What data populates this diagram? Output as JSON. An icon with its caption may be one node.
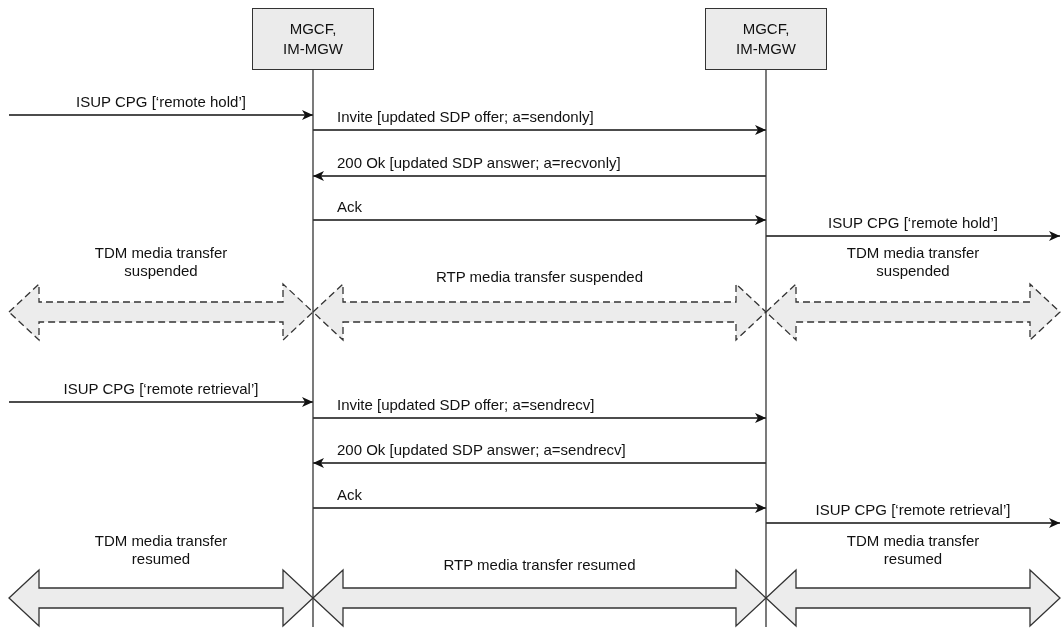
{
  "diagram": {
    "nodes": [
      {
        "text": [
          "MGCF, IM-MGW"
        ]
      },
      {
        "text": [
          "MGCF, IM-MGW"
        ]
      }
    ],
    "edges": [
      {
        "from": null,
        "to": 0,
        "arrow": "to",
        "label": "ISUP CPG [‘remote hold’]"
      },
      {
        "from": 0,
        "to": 1,
        "arrow": "to",
        "label": "Invite [updated SDP offer; a=sendonly]"
      },
      {
        "from": 1,
        "to": 0,
        "arrow": "to",
        "label": "200 Ok [updated SDP answer; a=recvonly]"
      },
      {
        "from": 0,
        "to": 1,
        "arrow": "to",
        "label": "Ack"
      },
      {
        "from": 1,
        "to": null,
        "arrow": "to",
        "label": "ISUP CPG [‘remote hold’]"
      },
      {
        "from": null,
        "to": 0,
        "arrow": "both",
        "label": "TDM media transfer suspended",
        "style": "dashed"
      },
      {
        "from": 0,
        "to": 1,
        "arrow": "both",
        "label": "RTP media transfer suspended",
        "style": "dashed"
      },
      {
        "from": 1,
        "to": null,
        "arrow": "both",
        "label": "TDM media transfer suspended",
        "style": "dashed"
      },
      {
        "from": null,
        "to": 0,
        "arrow": "to",
        "label": "ISUP CPG [‘remote retrieval’]"
      },
      {
        "from": 0,
        "to": 1,
        "arrow": "to",
        "label": "Invite [updated SDP offer; a=sendrecv]"
      },
      {
        "from": 1,
        "to": 0,
        "arrow": "to",
        "label": "200 Ok [updated SDP answer; a=sendrecv]"
      },
      {
        "from": 0,
        "to": 1,
        "arrow": "to",
        "label": "Ack"
      },
      {
        "from": 1,
        "to": null,
        "arrow": "to",
        "label": "ISUP CPG [‘remote retrieval’]"
      },
      {
        "from": null,
        "to": 0,
        "arrow": "both",
        "label": "TDM media transfer resumed"
      },
      {
        "from": 0,
        "to": 1,
        "arrow": "both",
        "label": "RTP media transfer resumed"
      },
      {
        "from": 1,
        "to": null,
        "arrow": "both",
        "label": "TDM media transfer resumed"
      }
    ]
  }
}
